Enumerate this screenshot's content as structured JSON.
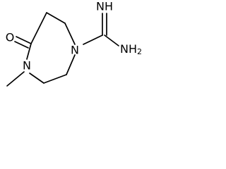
{
  "molecule": {
    "atom_labels": {
      "ring_n_top": "N",
      "ring_n_bottom": "N",
      "imine": "NH",
      "amine": "NH",
      "amine_subscript": "2",
      "carbonyl_o": "O"
    },
    "colors": {
      "bond": "#000000",
      "label": "#000000",
      "background": "#ffffff"
    }
  }
}
